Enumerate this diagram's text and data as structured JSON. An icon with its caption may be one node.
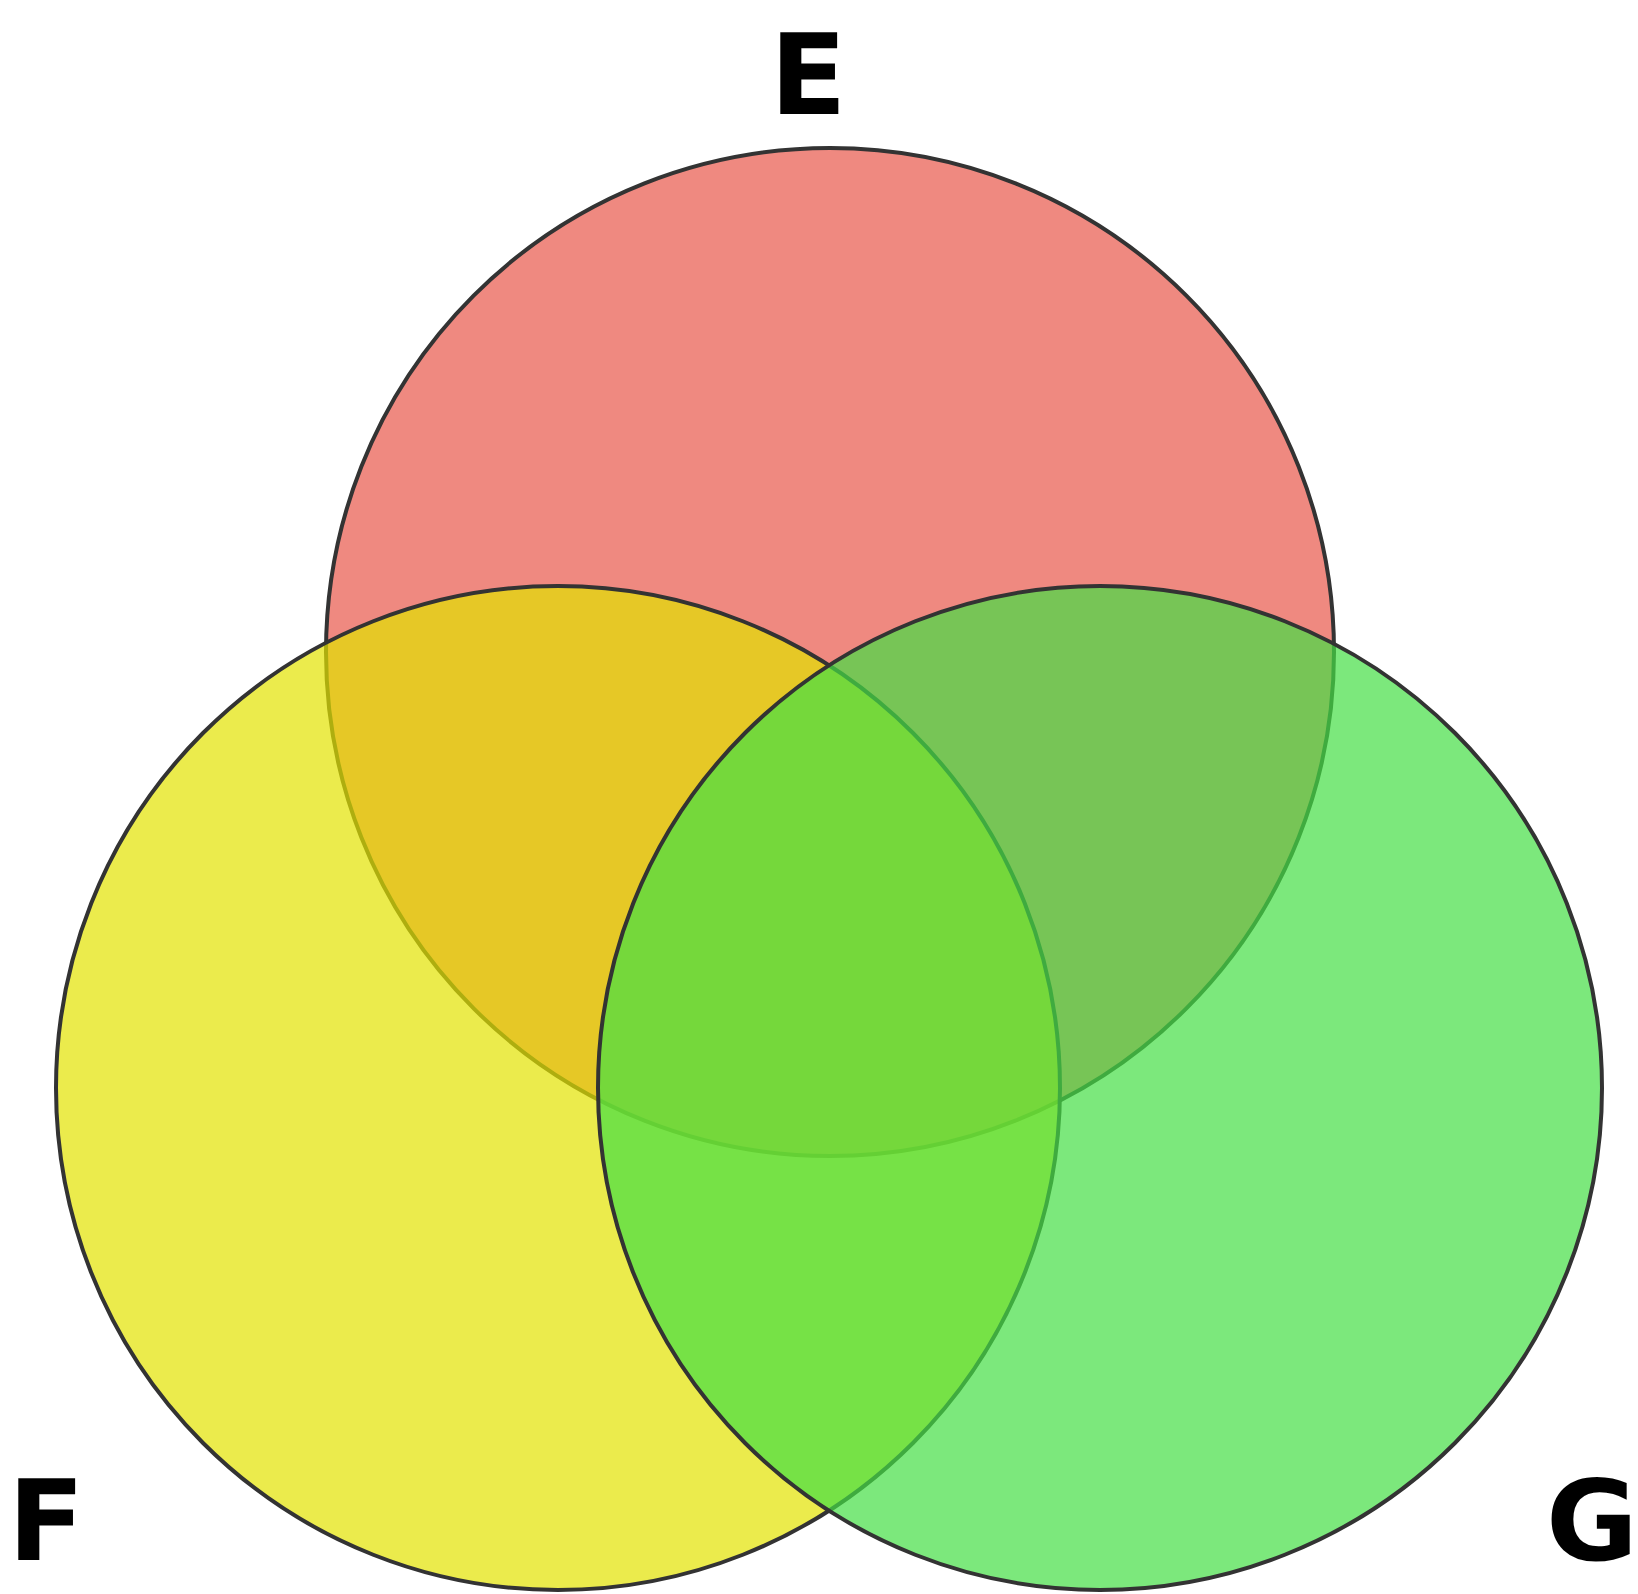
{
  "diagram": {
    "nodes": [
      {
        "text": [
          "E"
        ]
      },
      {
        "text": [
          "F"
        ]
      },
      {
        "text": [
          "G"
        ]
      }
    ]
  }
}
